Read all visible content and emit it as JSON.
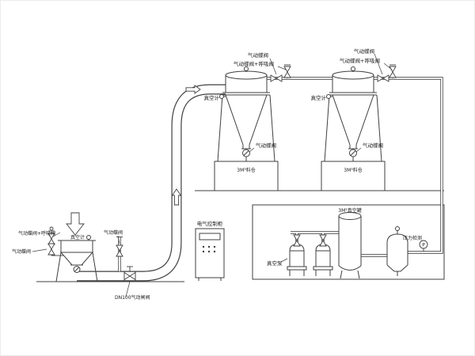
{
  "colors": {
    "line": "#3f3f3f",
    "background": "#ffffff"
  },
  "labels": {
    "pneumatic_butterfly_valve": "气动蝶阀",
    "pneumatic_butterfly_breather_valve": "气动蝶阀+呼吸阀",
    "vacuum_gauge": "真空计",
    "material_bin": "3M³料仓",
    "control_cabinet": "电气控制柜",
    "vacuum_pump": "真空泵",
    "vacuum_tank": "3M³真空罐",
    "pressure_detection": "压力检测",
    "pressure_gauge_symbol": "P",
    "dn100_gate_valve": "DN100气动闸阀"
  }
}
